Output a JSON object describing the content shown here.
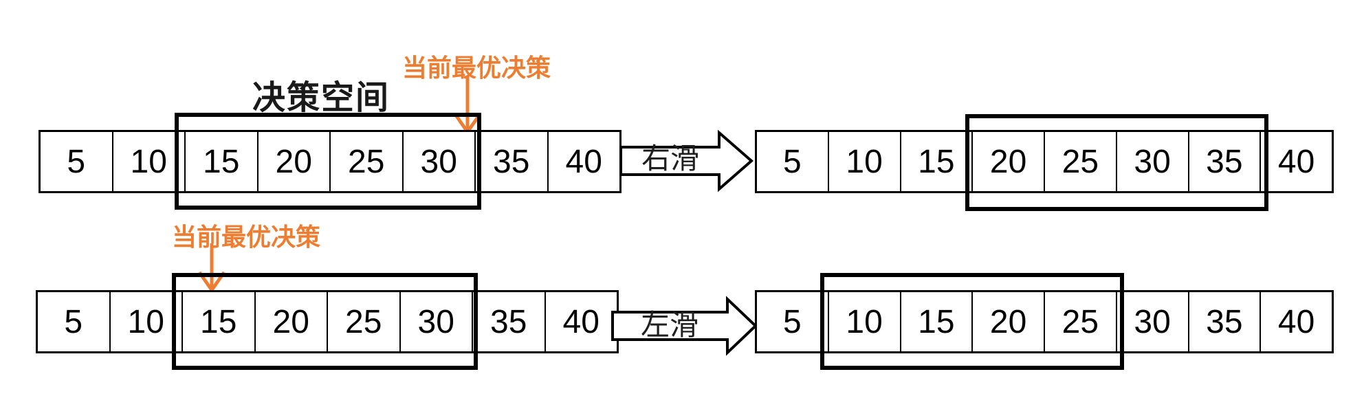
{
  "colors": {
    "accent_orange": "#ED7D31",
    "line_black": "#000000"
  },
  "labels": {
    "decision_space": "决策空间",
    "current_best_top": "当前最优决策",
    "current_best_bottom": "当前最优决策",
    "slide_right": "右滑",
    "slide_left": "左滑"
  },
  "arrays": {
    "top_left": {
      "values": [
        "5",
        "10",
        "15",
        "20",
        "25",
        "30",
        "35",
        "40"
      ],
      "highlight_start": 2,
      "highlight_end": 5,
      "pointer_value": "30"
    },
    "top_right": {
      "values": [
        "5",
        "10",
        "15",
        "20",
        "25",
        "30",
        "35",
        "40"
      ],
      "highlight_start": 3,
      "highlight_end": 6
    },
    "bottom_left": {
      "values": [
        "5",
        "10",
        "15",
        "20",
        "25",
        "30",
        "35",
        "40"
      ],
      "highlight_start": 2,
      "highlight_end": 5,
      "pointer_value": "15"
    },
    "bottom_right": {
      "values": [
        "5",
        "10",
        "15",
        "20",
        "25",
        "30",
        "35",
        "40"
      ],
      "highlight_start": 1,
      "highlight_end": 4
    }
  }
}
